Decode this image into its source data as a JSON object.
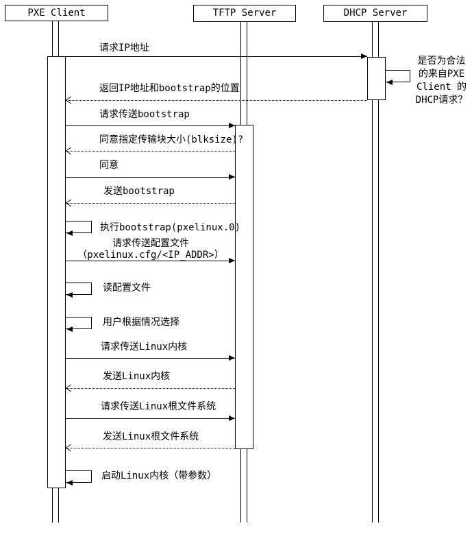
{
  "colors": {
    "background": "#ffffff",
    "line": "#000000",
    "text": "#000000"
  },
  "actors": [
    {
      "id": "pxe-client",
      "label": "PXE Client"
    },
    {
      "id": "tftp-server",
      "label": "TFTP Server"
    },
    {
      "id": "dhcp-server",
      "label": "DHCP Server"
    }
  ],
  "messages": [
    {
      "label": "请求IP地址",
      "type": "solid",
      "from": "pxe-client",
      "to": "dhcp-server"
    },
    {
      "label": "返回IP地址和bootstrap的位置",
      "type": "dotted",
      "from": "dhcp-server",
      "to": "pxe-client"
    },
    {
      "label": "请求传送bootstrap",
      "type": "solid",
      "from": "pxe-client",
      "to": "tftp-server"
    },
    {
      "label": "同意指定传输块大小(blksize)?",
      "type": "dotted",
      "from": "tftp-server",
      "to": "pxe-client"
    },
    {
      "label": "同意",
      "type": "solid",
      "from": "pxe-client",
      "to": "tftp-server"
    },
    {
      "label": "发送bootstrap",
      "type": "dotted",
      "from": "tftp-server",
      "to": "pxe-client"
    },
    {
      "label": "执行bootstrap(pxelinux.0)",
      "type": "self",
      "on": "pxe-client"
    },
    {
      "label": "请求传送配置文件",
      "label2": "（pxelinux.cfg/<IP_ADDR>）",
      "type": "solid",
      "from": "pxe-client",
      "to": "tftp-server"
    },
    {
      "label": "读配置文件",
      "type": "self",
      "on": "pxe-client"
    },
    {
      "label": "用户根据情况选择",
      "type": "self",
      "on": "pxe-client"
    },
    {
      "label": "请求传送Linux内核",
      "type": "solid",
      "from": "pxe-client",
      "to": "tftp-server"
    },
    {
      "label": "发送Linux内核",
      "type": "dotted",
      "from": "tftp-server",
      "to": "pxe-client"
    },
    {
      "label": "请求传送Linux根文件系统",
      "type": "solid",
      "from": "pxe-client",
      "to": "tftp-server"
    },
    {
      "label": "发送Linux根文件系统",
      "type": "dotted",
      "from": "tftp-server",
      "to": "pxe-client"
    },
    {
      "label": "启动Linux内核（带参数）",
      "type": "self",
      "on": "pxe-client"
    }
  ],
  "dhcp_self_message": {
    "type": "self",
    "on": "dhcp-server"
  },
  "note": {
    "lines": [
      "是否为合法",
      "的来自PXE",
      "Client 的",
      "DHCP请求？"
    ]
  }
}
